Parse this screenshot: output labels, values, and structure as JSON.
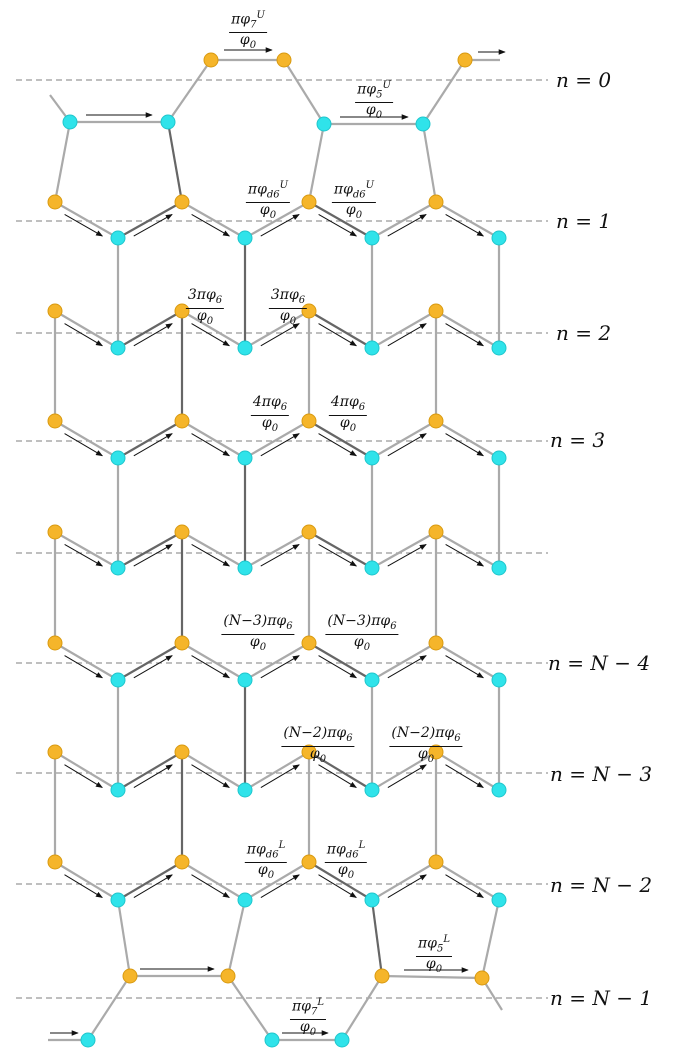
{
  "row_labels": [
    {
      "id": "n0",
      "text": "n = 0"
    },
    {
      "id": "n1",
      "text": "n = 1"
    },
    {
      "id": "n2",
      "text": "n = 2"
    },
    {
      "id": "n3",
      "text": "n = 3"
    },
    {
      "id": "nN4",
      "text": "n = N − 4"
    },
    {
      "id": "nN3",
      "text": "n = N − 3"
    },
    {
      "id": "nN2",
      "text": "n = N − 2"
    },
    {
      "id": "nN1",
      "text": "n = N − 1"
    }
  ],
  "flux_labels": [
    {
      "id": "phi7U",
      "num": "πφ<sub>7</sub><sup>U</sup>"
    },
    {
      "id": "phi5U",
      "num": "πφ<sub>5</sub><sup>U</sup>"
    },
    {
      "id": "phid6U_a",
      "num": "πφ<sub>d6</sub><sup>U</sup>"
    },
    {
      "id": "phid6U_b",
      "num": "πφ<sub>d6</sub><sup>U</sup>"
    },
    {
      "id": "r2a",
      "num": "3πφ<sub>6</sub>"
    },
    {
      "id": "r2b",
      "num": "3πφ<sub>6</sub>"
    },
    {
      "id": "r3a",
      "num": "4πφ<sub>6</sub>"
    },
    {
      "id": "r3b",
      "num": "4πφ<sub>6</sub>"
    },
    {
      "id": "rN4a",
      "num": "(N−3)πφ<sub>6</sub>"
    },
    {
      "id": "rN4b",
      "num": "(N−3)πφ<sub>6</sub>"
    },
    {
      "id": "rN3a",
      "num": "(N−2)πφ<sub>6</sub>"
    },
    {
      "id": "rN3b",
      "num": "(N−2)πφ<sub>6</sub>"
    },
    {
      "id": "phid6L_a",
      "num": "πφ<sub>d6</sub><sup>L</sup>"
    },
    {
      "id": "phid6L_b",
      "num": "πφ<sub>d6</sub><sup>L</sup>"
    },
    {
      "id": "phi5L",
      "num": "πφ<sub>5</sub><sup>L</sup>"
    },
    {
      "id": "phi7L",
      "num": "πφ<sub>7</sub><sup>L</sup>"
    }
  ],
  "denominator": "φ<sub>0</sub>",
  "colors": {
    "cyan_node": "#2fe3ea",
    "orange_node": "#f5b52a",
    "bond_light": "#aaaaaa",
    "bond_dark": "#666666",
    "dashed": "#999999",
    "arrow": "#111111"
  }
}
